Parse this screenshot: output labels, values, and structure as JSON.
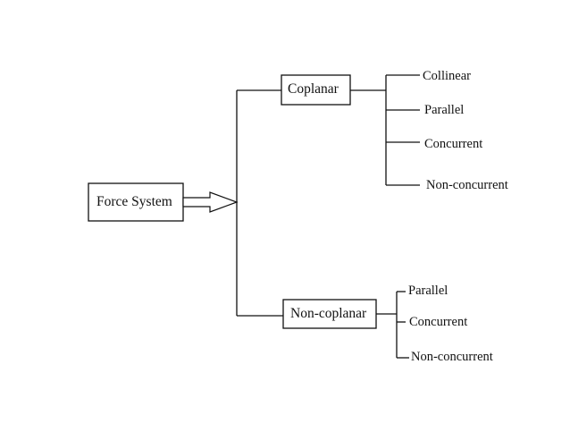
{
  "diagram": {
    "root": {
      "label": "Force System"
    },
    "coplanar": {
      "label": "Coplanar",
      "children": [
        "Collinear",
        "Parallel",
        "Concurrent",
        "Non-concurrent"
      ]
    },
    "non_coplanar": {
      "label": "Non-coplanar",
      "children": [
        "Parallel",
        "Concurrent",
        "Non-concurrent"
      ]
    }
  }
}
